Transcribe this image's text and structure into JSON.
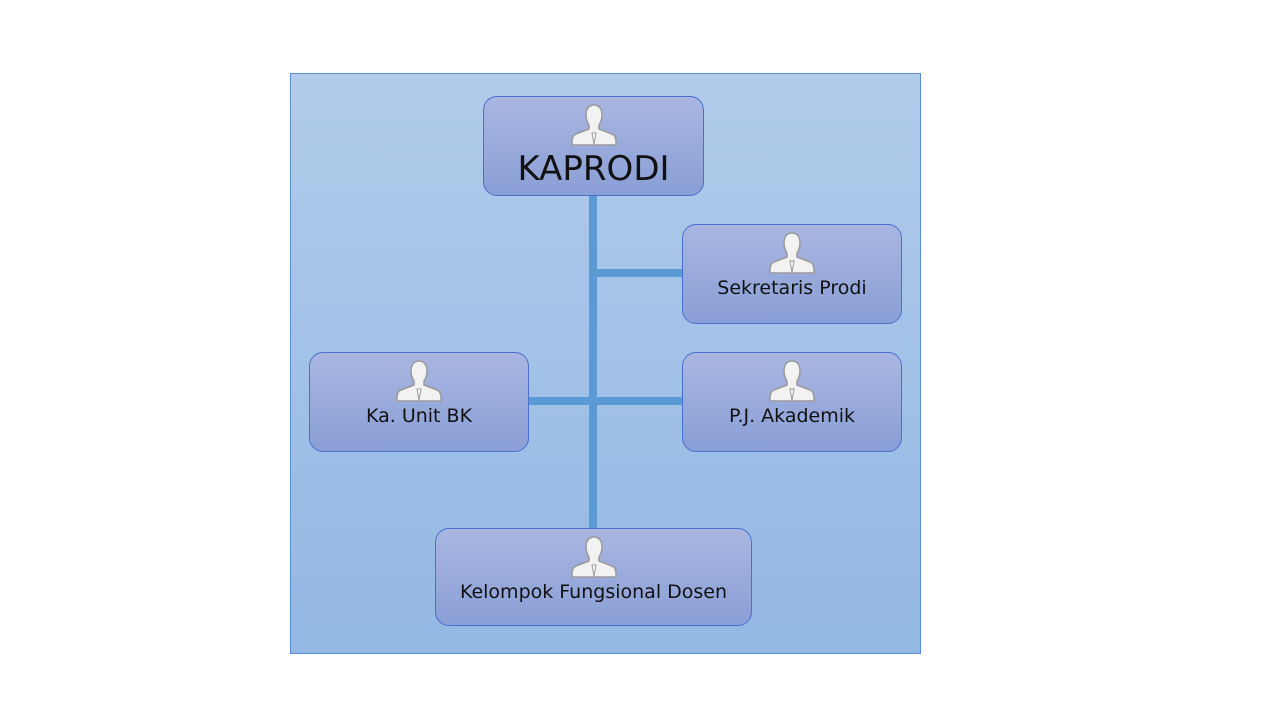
{
  "colors": {
    "connector": "#5b9bd5",
    "box_border": "#4a6fd0",
    "panel": "#a5c3e8"
  },
  "nodes": [
    {
      "id": "kaprodi",
      "label": "KAPRODI",
      "icon": "person-icon"
    },
    {
      "id": "sekretaris",
      "label": "Sekretaris Prodi",
      "icon": "person-icon"
    },
    {
      "id": "unit-bk",
      "label": "Ka. Unit BK",
      "icon": "person-icon"
    },
    {
      "id": "akademik",
      "label": "P.J. Akademik",
      "icon": "person-icon"
    },
    {
      "id": "dosen",
      "label": "Kelompok Fungsional Dosen",
      "icon": "person-icon"
    }
  ],
  "edges": [
    [
      "kaprodi",
      "sekretaris"
    ],
    [
      "kaprodi",
      "unit-bk"
    ],
    [
      "kaprodi",
      "akademik"
    ],
    [
      "kaprodi",
      "dosen"
    ]
  ]
}
